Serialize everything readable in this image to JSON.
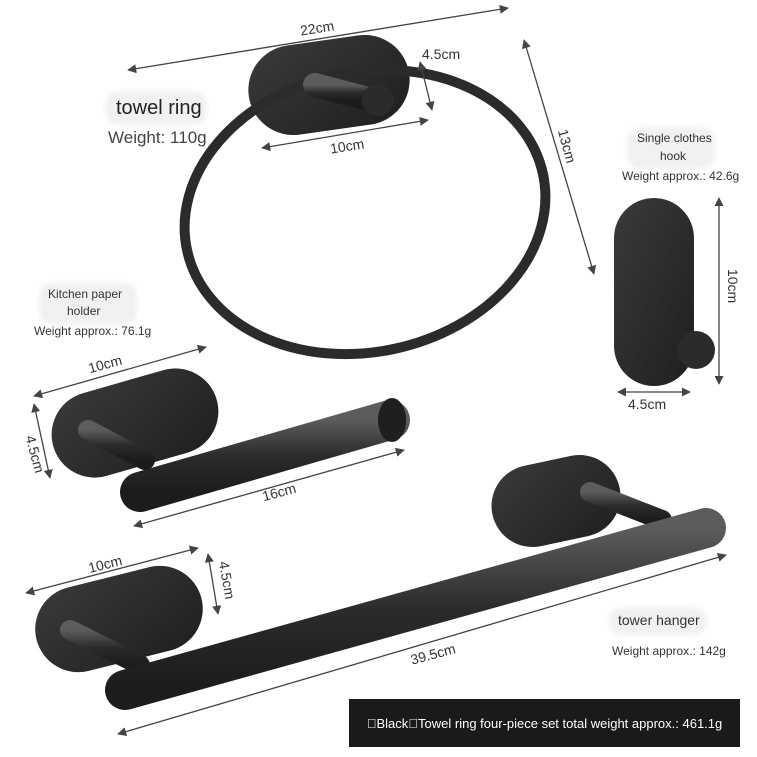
{
  "colors": {
    "product": "#2b2b2b",
    "product_highlight": "#5c5c5c",
    "dimension_line": "#444444",
    "banner_bg": "#1a1a1a",
    "banner_text": "#ffffff"
  },
  "towel_ring": {
    "name": "towel ring",
    "weight": "Weight: 110g",
    "dims": {
      "width_overall": "22cm",
      "plate_height": "4.5cm",
      "ring_width": "10cm",
      "ring_height": "13cm"
    }
  },
  "clothes_hook": {
    "name_line1": "Single clothes",
    "name_line2": "hook",
    "weight": "Weight approx.: 42.6g",
    "dims": {
      "height": "10cm",
      "width": "4.5cm"
    }
  },
  "paper_holder": {
    "name_line1": "Kitchen paper",
    "name_line2": "holder",
    "weight": "Weight approx.: 76.1g",
    "dims": {
      "plate_width": "10cm",
      "plate_height": "4.5cm",
      "bar_length": "16cm"
    }
  },
  "towel_hanger": {
    "name": "tower hanger",
    "weight": "Weight approx.: 142g",
    "dims": {
      "plate_width": "10cm",
      "plate_height": "4.5cm",
      "bar_length": "39.5cm"
    }
  },
  "banner": {
    "text": "\u0000Black\u0000Towel ring four-piece set total weight approx.: 461.1g"
  }
}
